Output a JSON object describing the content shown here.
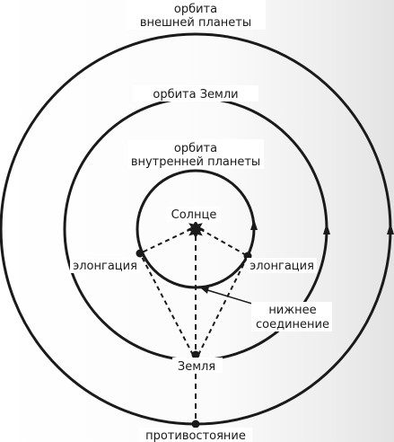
{
  "labels": {
    "outer_orbit_line1": "орбита",
    "outer_orbit_line2": "внешней планеты",
    "earth_orbit": "орбита Земли",
    "inner_orbit_line1": "орбита",
    "inner_orbit_line2": "внутренней планеты",
    "sun": "Солнце",
    "elongation_left": "элонгация",
    "elongation_right": "элонгация",
    "inferior_conjunction_line1": "нижнее",
    "inferior_conjunction_line2": "соединение",
    "earth": "Земля",
    "opposition": "противостояние"
  },
  "colors": {
    "ink": "#1a1a1a"
  }
}
